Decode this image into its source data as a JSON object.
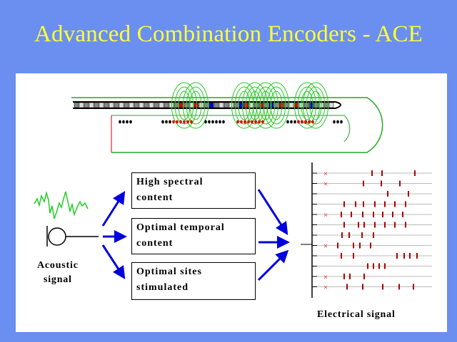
{
  "slide": {
    "title": "Advanced Combination Encoders - ACE",
    "boxes": [
      {
        "line1": "High spectral",
        "line2": "content"
      },
      {
        "line1": "Optimal temporal",
        "line2": "content"
      },
      {
        "line1": "Optimal sites",
        "line2": "stimulated"
      }
    ],
    "acoustic_label": {
      "line1": "Acoustic",
      "line2": "signal"
    },
    "electrical_label": "Electrical signal"
  },
  "colors": {
    "background": "#6b8ff0",
    "title": "#ffff33",
    "arrow": "#0000dd",
    "field_lines": "#22cc22",
    "pulse": "#aa0000",
    "x_mark": "#ff3333"
  },
  "electrical": {
    "channels": 12,
    "x_mark_channels": [
      0,
      1,
      4,
      7,
      10,
      11
    ]
  }
}
